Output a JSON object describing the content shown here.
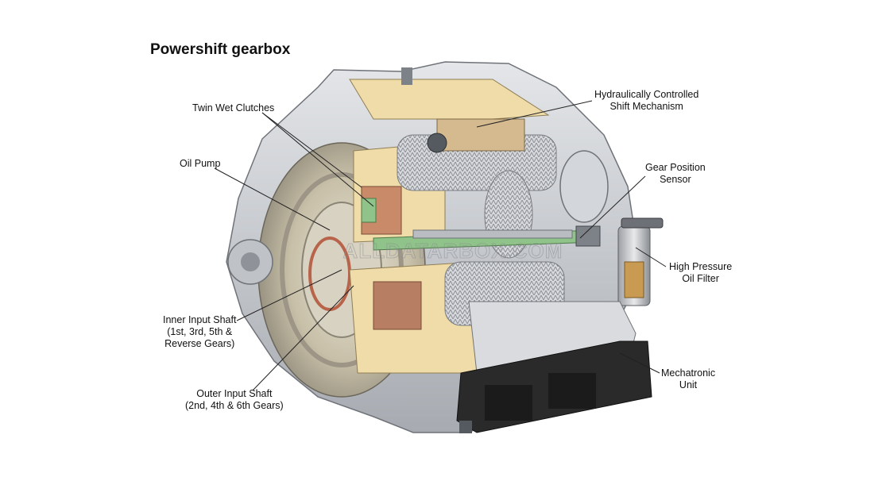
{
  "title": "Powershift gearbox",
  "labels": {
    "twin_wet_clutches": "Twin Wet Clutches",
    "oil_pump": "Oil Pump",
    "hydraulic_shift_line1": "Hydraulically Controlled",
    "hydraulic_shift_line2": "Shift Mechanism",
    "gear_position_line1": "Gear Position",
    "gear_position_line2": "Sensor",
    "oil_filter_line1": "High Pressure",
    "oil_filter_line2": "Oil Filter",
    "inner_shaft_line1": "Inner Input Shaft",
    "inner_shaft_line2": "(1st, 3rd, 5th &",
    "inner_shaft_line3": "Reverse Gears)",
    "outer_shaft_line1": "Outer Input Shaft",
    "outer_shaft_line2": "(2nd, 4th & 6th Gears)",
    "mechatronic_line1": "Mechatronic",
    "mechatronic_line2": "Unit"
  },
  "watermark": "ALLDATARBOX.COM",
  "colors": {
    "housing": "#c9ccd0",
    "housing_dark": "#8f9399",
    "cutaway": "#efdca8",
    "shaft_green": "#8fc389",
    "clutch_red": "#c98a6a",
    "filter_amber": "#c89a52",
    "mechatronic_black": "#2a2a2a"
  }
}
